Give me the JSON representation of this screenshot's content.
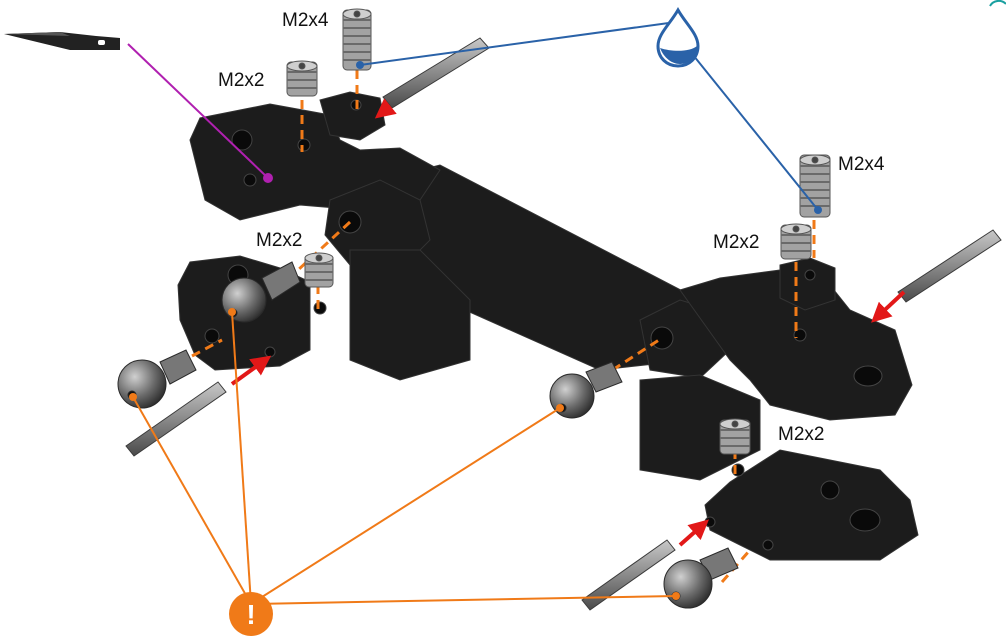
{
  "labels": {
    "screw_top_left_long": "M2x4",
    "screw_top_left_short": "M2x2",
    "screw_mid_left": "M2x2",
    "screw_right_long": "M2x4",
    "screw_right_short": "M2x2",
    "screw_bottom_right": "M2x2"
  },
  "icons": {
    "warning": "!",
    "glue": "drop-icon",
    "blade": "hobby-knife-icon"
  },
  "colors": {
    "part": "#1c1c1c",
    "part_edge": "#3a3a3a",
    "screw": "#9a9a9a",
    "ball": "#6e6e6e",
    "pin": "#8a8a8a",
    "guide_dash": "#f07a18",
    "callout_orange": "#f07a18",
    "callout_blue": "#2a62a8",
    "callout_magenta": "#b020b0",
    "arrow_red": "#e21818"
  }
}
